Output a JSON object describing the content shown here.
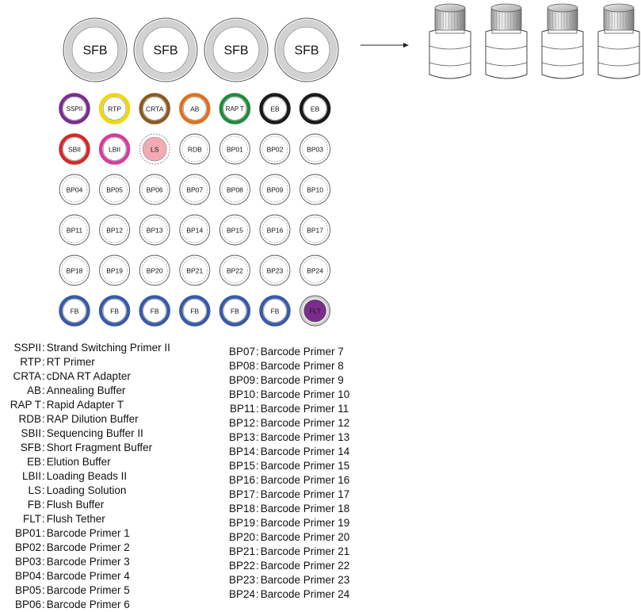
{
  "colors": {
    "sspii": "#7b2d8e",
    "rtp": "#f0d800",
    "crta": "#8c5a1e",
    "ab": "#e0701e",
    "rapt": "#1e8c3c",
    "eb": "#1a1a1a",
    "sbii": "#d42a2a",
    "lbii": "#d43c9c",
    "ls_fill": "#f4aab4",
    "fb": "#3a5aa8",
    "flt_fill": "#7b2d8e",
    "grey_ring": "#888888"
  },
  "large_tubes": [
    "SFB",
    "SFB",
    "SFB",
    "SFB"
  ],
  "rack_rows": [
    [
      {
        "label": "SSPII",
        "style": "thick",
        "color": "sspii"
      },
      {
        "label": "RTP",
        "style": "thick",
        "color": "rtp"
      },
      {
        "label": "CRTA",
        "style": "thick",
        "color": "crta"
      },
      {
        "label": "AB",
        "style": "thick",
        "color": "ab"
      },
      {
        "label": "RAP T",
        "style": "thick",
        "color": "rapt"
      },
      {
        "label": "EB",
        "style": "thick",
        "color": "eb"
      },
      {
        "label": "EB",
        "style": "thick",
        "color": "eb"
      }
    ],
    [
      {
        "label": "SBII",
        "style": "thick",
        "color": "sbii"
      },
      {
        "label": "LBII",
        "style": "thick",
        "color": "lbii"
      },
      {
        "label": "LS",
        "style": "filled",
        "color": "ls_fill"
      },
      {
        "label": "RDB",
        "style": "plain"
      },
      {
        "label": "BP01",
        "style": "plain"
      },
      {
        "label": "BP02",
        "style": "plain"
      },
      {
        "label": "BP03",
        "style": "plain"
      }
    ],
    [
      {
        "label": "BP04",
        "style": "plain"
      },
      {
        "label": "BP05",
        "style": "plain"
      },
      {
        "label": "BP06",
        "style": "plain"
      },
      {
        "label": "BP07",
        "style": "plain"
      },
      {
        "label": "BP08",
        "style": "plain"
      },
      {
        "label": "BP09",
        "style": "plain"
      },
      {
        "label": "BP10",
        "style": "plain"
      }
    ],
    [
      {
        "label": "BP11",
        "style": "plain"
      },
      {
        "label": "BP12",
        "style": "plain"
      },
      {
        "label": "BP13",
        "style": "plain"
      },
      {
        "label": "BP14",
        "style": "plain"
      },
      {
        "label": "BP15",
        "style": "plain"
      },
      {
        "label": "BP16",
        "style": "plain"
      },
      {
        "label": "BP17",
        "style": "plain"
      }
    ],
    [
      {
        "label": "BP18",
        "style": "plain"
      },
      {
        "label": "BP19",
        "style": "plain"
      },
      {
        "label": "BP20",
        "style": "plain"
      },
      {
        "label": "BP21",
        "style": "plain"
      },
      {
        "label": "BP22",
        "style": "plain"
      },
      {
        "label": "BP23",
        "style": "plain"
      },
      {
        "label": "BP24",
        "style": "plain"
      }
    ],
    [
      {
        "label": "FB",
        "style": "thick",
        "color": "fb"
      },
      {
        "label": "FB",
        "style": "thick",
        "color": "fb"
      },
      {
        "label": "FB",
        "style": "thick",
        "color": "fb"
      },
      {
        "label": "FB",
        "style": "thick",
        "color": "fb"
      },
      {
        "label": "FB",
        "style": "thick",
        "color": "fb"
      },
      {
        "label": "FB",
        "style": "thick",
        "color": "fb"
      },
      {
        "label": "FLT",
        "style": "filled-ring",
        "color": "flt_fill"
      }
    ]
  ],
  "bottles": {
    "count": 4,
    "icon": "bottle-icon"
  },
  "arrow_icon": "arrow-right-icon",
  "legend_left": [
    {
      "abbr": "SSPII",
      "name": "Strand Switching Primer II"
    },
    {
      "abbr": "RTP",
      "name": "RT Primer"
    },
    {
      "abbr": "CRTA",
      "name": "cDNA RT Adapter"
    },
    {
      "abbr": "AB",
      "name": "Annealing Buffer"
    },
    {
      "abbr": "RAP T",
      "name": "Rapid Adapter T"
    },
    {
      "abbr": "RDB",
      "name": "RAP Dilution Buffer"
    },
    {
      "abbr": "SBII",
      "name": "Sequencing Buffer II"
    },
    {
      "abbr": "SFB",
      "name": "Short Fragment Buffer"
    },
    {
      "abbr": "EB",
      "name": "Elution Buffer"
    },
    {
      "abbr": "LBII",
      "name": "Loading Beads II"
    },
    {
      "abbr": "LS",
      "name": "Loading Solution"
    },
    {
      "abbr": "FB",
      "name": "Flush Buffer"
    },
    {
      "abbr": "FLT",
      "name": "Flush Tether"
    },
    {
      "abbr": "BP01",
      "name": "Barcode Primer 1"
    },
    {
      "abbr": "BP02",
      "name": "Barcode Primer 2"
    },
    {
      "abbr": "BP03",
      "name": "Barcode Primer 3"
    },
    {
      "abbr": "BP04",
      "name": "Barcode Primer 4"
    },
    {
      "abbr": "BP05",
      "name": "Barcode Primer 5"
    },
    {
      "abbr": "BP06",
      "name": "Barcode Primer 6"
    }
  ],
  "legend_right": [
    {
      "abbr": "BP07",
      "name": "Barcode Primer 7"
    },
    {
      "abbr": "BP08",
      "name": "Barcode Primer 8"
    },
    {
      "abbr": "BP09",
      "name": "Barcode Primer 9"
    },
    {
      "abbr": "BP10",
      "name": "Barcode Primer 10"
    },
    {
      "abbr": "BP11",
      "name": "Barcode Primer 11"
    },
    {
      "abbr": "BP12",
      "name": "Barcode Primer 12"
    },
    {
      "abbr": "BP13",
      "name": "Barcode Primer 13"
    },
    {
      "abbr": "BP14",
      "name": "Barcode Primer 14"
    },
    {
      "abbr": "BP15",
      "name": "Barcode Primer 15"
    },
    {
      "abbr": "BP16",
      "name": "Barcode Primer 16"
    },
    {
      "abbr": "BP17",
      "name": "Barcode Primer 17"
    },
    {
      "abbr": "BP18",
      "name": "Barcode Primer 18"
    },
    {
      "abbr": "BP19",
      "name": "Barcode Primer 19"
    },
    {
      "abbr": "BP20",
      "name": "Barcode Primer 20"
    },
    {
      "abbr": "BP21",
      "name": "Barcode Primer 21"
    },
    {
      "abbr": "BP22",
      "name": "Barcode Primer 22"
    },
    {
      "abbr": "BP23",
      "name": "Barcode Primer 23"
    },
    {
      "abbr": "BP24",
      "name": "Barcode Primer 24"
    }
  ]
}
